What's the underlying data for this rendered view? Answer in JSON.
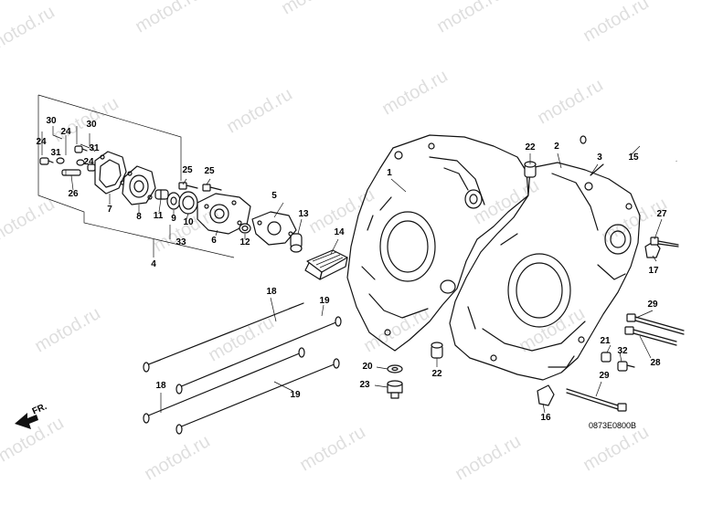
{
  "diagram": {
    "drawing_code": "0873E0800B",
    "front_marker": "FR.",
    "watermark_text": "motod.ru",
    "labels": [
      {
        "id": "l1",
        "text": "1"
      },
      {
        "id": "l2",
        "text": "2"
      },
      {
        "id": "l3",
        "text": "3"
      },
      {
        "id": "l4",
        "text": "4"
      },
      {
        "id": "l5",
        "text": "5"
      },
      {
        "id": "l6",
        "text": "6"
      },
      {
        "id": "l7",
        "text": "7"
      },
      {
        "id": "l8",
        "text": "8"
      },
      {
        "id": "l9",
        "text": "9"
      },
      {
        "id": "l10",
        "text": "10"
      },
      {
        "id": "l11",
        "text": "11"
      },
      {
        "id": "l12",
        "text": "12"
      },
      {
        "id": "l13",
        "text": "13"
      },
      {
        "id": "l14",
        "text": "14"
      },
      {
        "id": "l15",
        "text": "15"
      },
      {
        "id": "l16",
        "text": "16"
      },
      {
        "id": "l17",
        "text": "17"
      },
      {
        "id": "l18a",
        "text": "18"
      },
      {
        "id": "l18b",
        "text": "18"
      },
      {
        "id": "l19a",
        "text": "19"
      },
      {
        "id": "l19b",
        "text": "19"
      },
      {
        "id": "l20",
        "text": "20"
      },
      {
        "id": "l21",
        "text": "21"
      },
      {
        "id": "l22a",
        "text": "22"
      },
      {
        "id": "l22b",
        "text": "22"
      },
      {
        "id": "l23",
        "text": "23"
      },
      {
        "id": "l24a",
        "text": "24"
      },
      {
        "id": "l24b",
        "text": "24"
      },
      {
        "id": "l24c",
        "text": "24"
      },
      {
        "id": "l25a",
        "text": "25"
      },
      {
        "id": "l25b",
        "text": "25"
      },
      {
        "id": "l26",
        "text": "26"
      },
      {
        "id": "l27",
        "text": "27"
      },
      {
        "id": "l28",
        "text": "28"
      },
      {
        "id": "l29a",
        "text": "29"
      },
      {
        "id": "l29b",
        "text": "29"
      },
      {
        "id": "l30a",
        "text": "30"
      },
      {
        "id": "l30b",
        "text": "30"
      },
      {
        "id": "l31a",
        "text": "31"
      },
      {
        "id": "l31b",
        "text": "31"
      },
      {
        "id": "l32",
        "text": "32"
      },
      {
        "id": "l33",
        "text": "33"
      }
    ]
  }
}
